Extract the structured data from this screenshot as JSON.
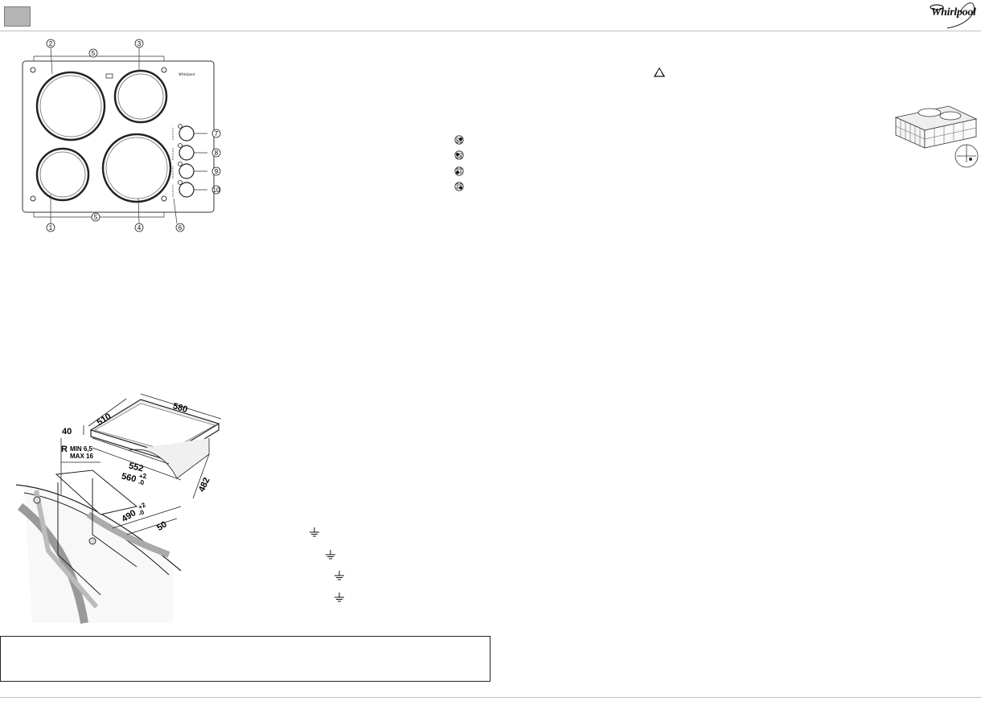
{
  "brand": {
    "name": "Whirlpool",
    "logo_icon": "whirlpool-logo-icon"
  },
  "hob_diagram": {
    "callouts": [
      "1",
      "2",
      "3",
      "4",
      "5",
      "5",
      "6",
      "7",
      "8",
      "9",
      "10"
    ]
  },
  "install_diagram": {
    "width_580": "580",
    "depth_510": "510",
    "height_40": "40",
    "radius_r": "R",
    "radius_min": "MIN 6,5",
    "radius_max": "MAX 16",
    "cut_552": "552",
    "cut_560": "560",
    "cut_560_tol_plus": "+2",
    "cut_560_tol_minus": "-0",
    "cut_482": "482",
    "cut_490": "490",
    "cut_490_tol_plus": "+2",
    "cut_490_tol_minus": "-0",
    "edge_50": "50"
  },
  "icons": {
    "recycle": "recycle-icon",
    "knob_positions": [
      "knob-front-right-icon",
      "knob-rear-left-icon",
      "knob-front-left-icon",
      "knob-rear-right-icon"
    ],
    "earth_symbols": [
      "earth-icon",
      "earth-icon",
      "earth-icon",
      "earth-icon"
    ],
    "basket": "basket-diagram-icon"
  }
}
